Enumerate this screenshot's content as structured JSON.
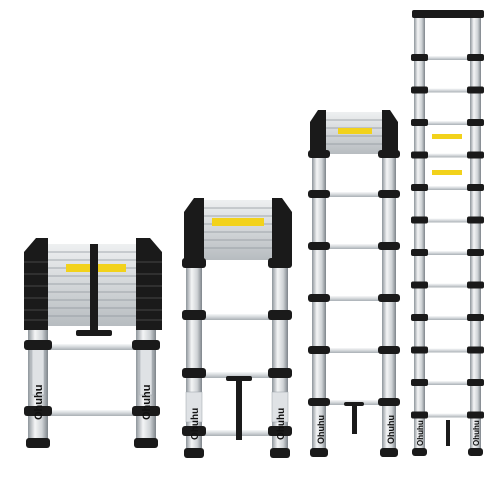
{
  "brand": {
    "text": "Ohuhu"
  },
  "colors": {
    "background": "#ffffff",
    "rail_light": "#e6e8ea",
    "rail_dark": "#9aa1a7",
    "step_black": "#1a1a1a",
    "warning_yellow": "#f2d21b"
  },
  "ladders": [
    {
      "name": "ladder-collapsed",
      "state": "collapsed",
      "brand_text": "Ohuhu"
    },
    {
      "name": "ladder-half-extended",
      "state": "partially extended",
      "brand_text": "Ohuhu"
    },
    {
      "name": "ladder-mostly-extended",
      "state": "mostly extended",
      "brand_text": "Ohuhu"
    },
    {
      "name": "ladder-fully-extended",
      "state": "fully extended",
      "brand_text": "Ohuhu"
    }
  ]
}
